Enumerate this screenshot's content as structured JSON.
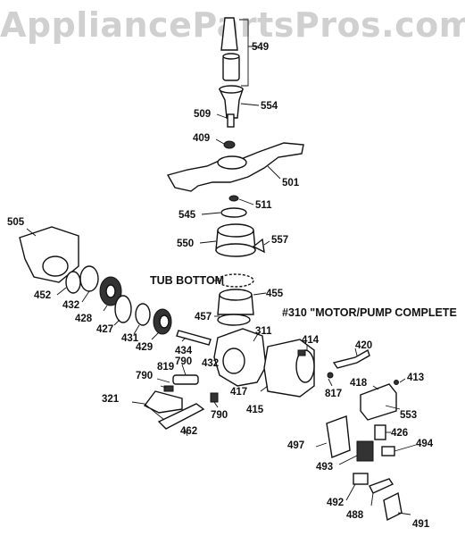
{
  "watermark": "AppliancePartsPros.com",
  "headings": {
    "tub_bottom": "TUB BOTTOM",
    "motor_pump": "#310 \"MOTOR/PUMP COMPLETE"
  },
  "parts": {
    "p549": "549",
    "p554": "554",
    "p509": "509",
    "p409": "409",
    "p501": "501",
    "p511": "511",
    "p545": "545",
    "p550": "550",
    "p557": "557",
    "p505": "505",
    "p455": "455",
    "p452": "452",
    "p432": "432",
    "p428": "428",
    "p427": "427",
    "p431": "431",
    "p429": "429",
    "p457": "457",
    "p434": "434",
    "p311": "311",
    "p432b": "432",
    "p414": "414",
    "p420": "420",
    "p790a": "790",
    "p819": "819",
    "p790b": "790",
    "p321": "321",
    "p417": "417",
    "p415": "415",
    "p817": "817",
    "p418": "418",
    "p413": "413",
    "p553": "553",
    "p790c": "790",
    "p462": "462",
    "p426": "426",
    "p497": "497",
    "p494": "494",
    "p493": "493",
    "p492": "492",
    "p488": "488",
    "p491": "491"
  }
}
